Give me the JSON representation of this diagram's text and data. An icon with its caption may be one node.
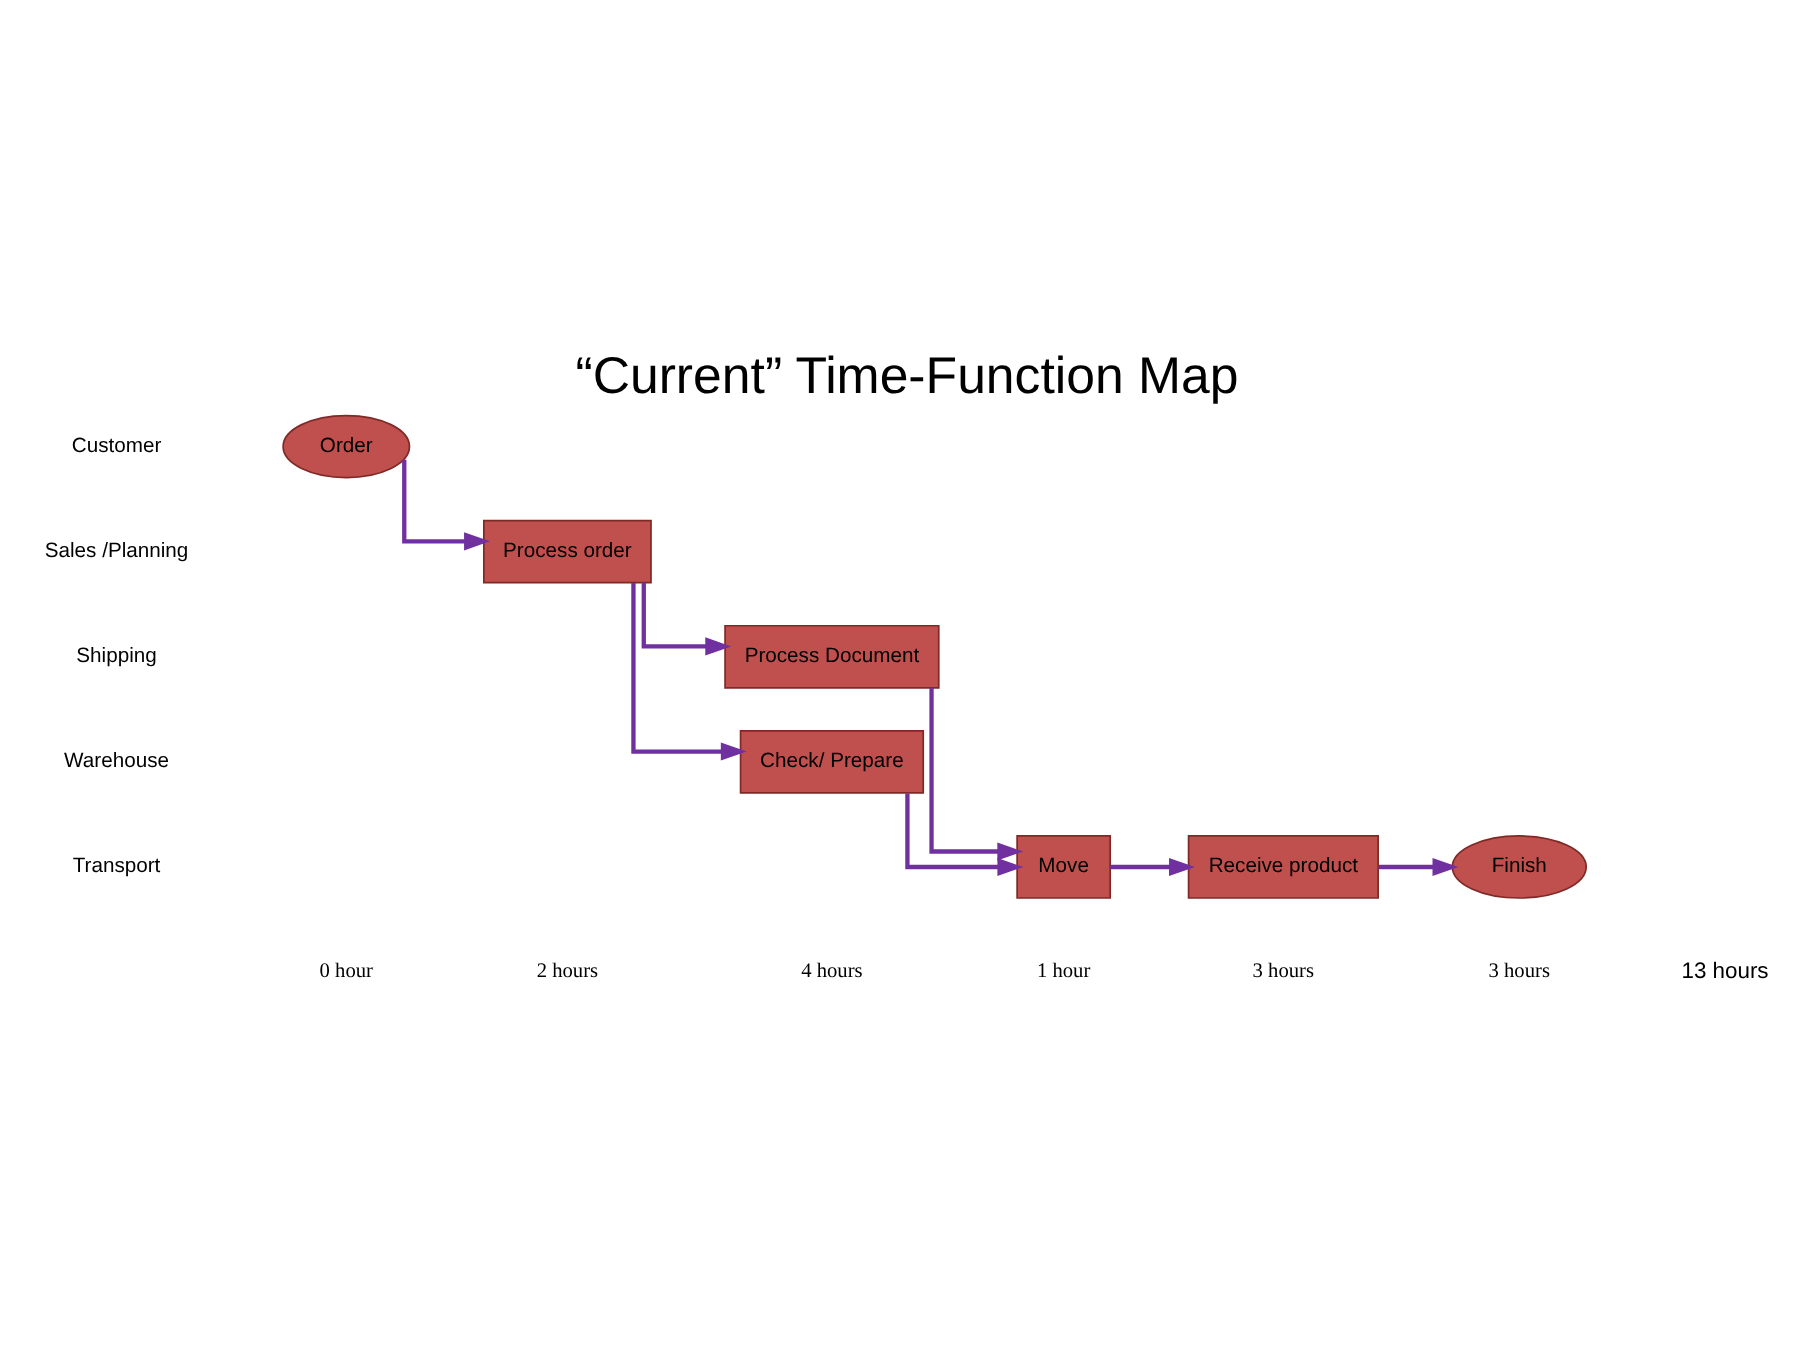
{
  "diagram": {
    "title": "“Current” Time-Function Map",
    "nodes": [
      {
        "text": [
          "Order"
        ]
      },
      {
        "text": [
          "Process order"
        ]
      },
      {
        "text": [
          "Process Document"
        ]
      },
      {
        "text": [
          "Check/ Prepare"
        ]
      },
      {
        "text": [
          "Move"
        ]
      },
      {
        "text": [
          "Receive product"
        ]
      },
      {
        "text": [
          "Finish"
        ]
      }
    ],
    "edges": [
      {
        "from": 0,
        "to": 1,
        "arrow": "to"
      },
      {
        "from": 1,
        "to": 2,
        "arrow": "to"
      },
      {
        "from": 1,
        "to": 3,
        "arrow": "to"
      },
      {
        "from": 2,
        "to": 4,
        "arrow": "to"
      },
      {
        "from": 3,
        "to": 4,
        "arrow": "to"
      },
      {
        "from": 4,
        "to": 5,
        "arrow": "to"
      },
      {
        "from": 5,
        "to": 6,
        "arrow": "to"
      }
    ],
    "labels": [
      "Customer",
      "Sales /Planning",
      "Shipping",
      "Warehouse",
      "Transport",
      "0 hour",
      "2 hours",
      "4 hours",
      "1 hour",
      "3 hours",
      "3 hours",
      "13 hours"
    ]
  }
}
